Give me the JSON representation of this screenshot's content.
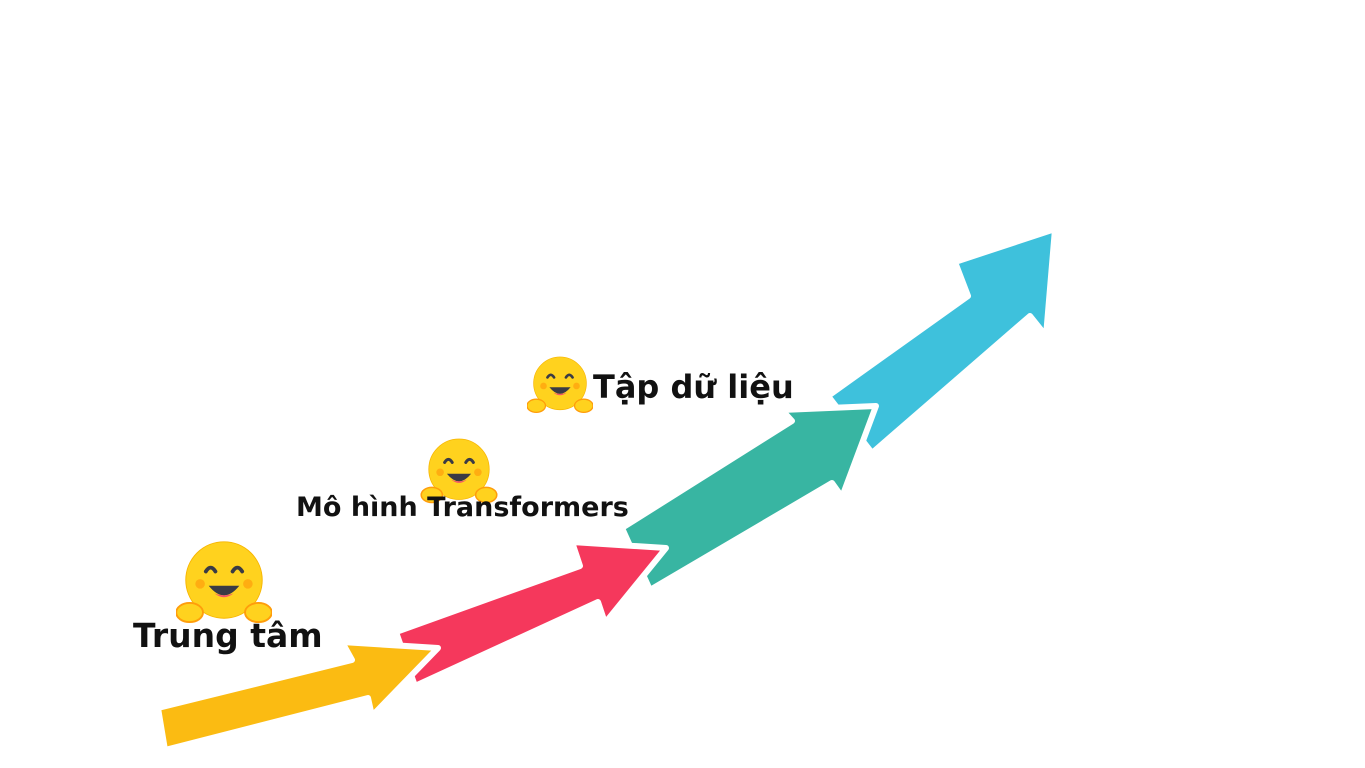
{
  "steps": [
    {
      "label": "Trung tâm",
      "color": "#FBBB12"
    },
    {
      "label": "Mô hình Transformers",
      "color": "#F5385C"
    },
    {
      "label": "Tập dữ liệu",
      "color": "#38B5A2"
    },
    {
      "label": "",
      "color": "#3EC1DC"
    }
  ],
  "icons": [
    "hugging-face-emoji",
    "hugging-face-emoji",
    "hugging-face-emoji"
  ]
}
